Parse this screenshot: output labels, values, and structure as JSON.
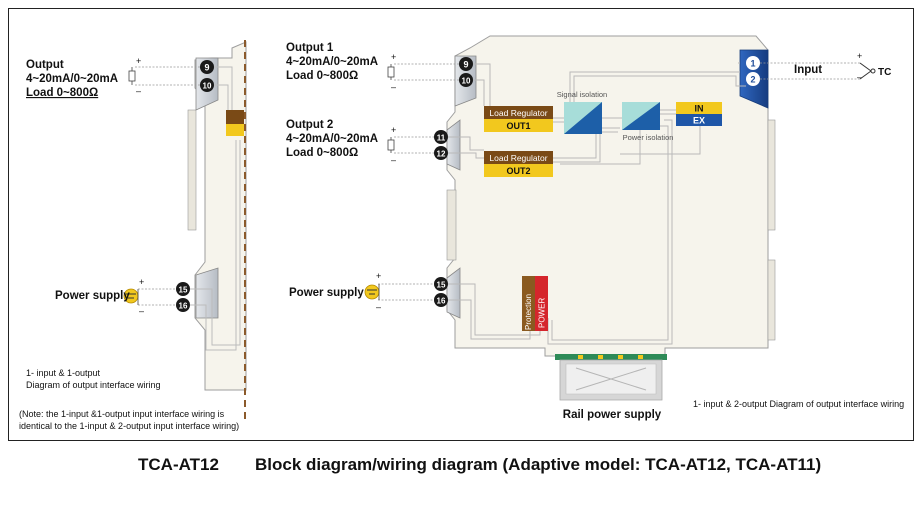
{
  "left": {
    "output_title": "Output",
    "output_range": "4~20mA/0~20mA",
    "output_load": "Load 0~800Ω",
    "term9": "9",
    "term10": "10",
    "term15": "15",
    "term16": "16",
    "power_label": "Power supply",
    "note1_line1": "1- input & 1-output",
    "note1_line2": "Diagram of output interface wiring",
    "note2_line1": "(Note: the 1-input &1-output input interface wiring is",
    "note2_line2": "identical to the 1-input & 2-output input interface wiring)",
    "plus": "+",
    "minus": "–"
  },
  "right": {
    "out1_title": "Output 1",
    "out1_range": "4~20mA/0~20mA",
    "out1_load": "Load 0~800Ω",
    "out2_title": "Output 2",
    "out2_range": "4~20mA/0~20mA",
    "out2_load": "Load 0~800Ω",
    "term9": "9",
    "term10": "10",
    "term11": "11",
    "term12": "12",
    "term15": "15",
    "term16": "16",
    "term1": "1",
    "term2": "2",
    "power_label": "Power supply",
    "input_label": "Input",
    "tc_label": "TC",
    "load_reg1": "Load Regulator",
    "out1_box": "OUT1",
    "load_reg2": "Load Regulator",
    "out2_box": "OUT2",
    "signal_iso": "Signal isolation",
    "power_iso": "Power isolation",
    "in_box": "IN",
    "ex_box": "EX",
    "protection": "Protection",
    "power_box": "POWER",
    "rail_label": "Rail power supply",
    "note": "1- input & 2-output Diagram of output interface wiring",
    "plus": "+",
    "minus": "–"
  },
  "caption": {
    "model": "TCA-AT12",
    "title": "Block diagram/wiring diagram (Adaptive model: TCA-AT12, TCA-AT11)"
  },
  "colors": {
    "housing": "#f6f4ec",
    "housing_edge": "#bdbdbd",
    "terminal_grey": "#c9cdd3",
    "terminal_blue": "#1e4c9a",
    "load_reg": "#7a4a16",
    "out_yellow": "#f2c81e",
    "iso_teal": "#9fdad6",
    "iso_blue": "#1d5fa8",
    "ex_blue": "#1e56a8",
    "power_red": "#d5262c",
    "protection_brown": "#8a5a20",
    "rail_green": "#2e8b57",
    "wire": "#9a9a9a"
  }
}
